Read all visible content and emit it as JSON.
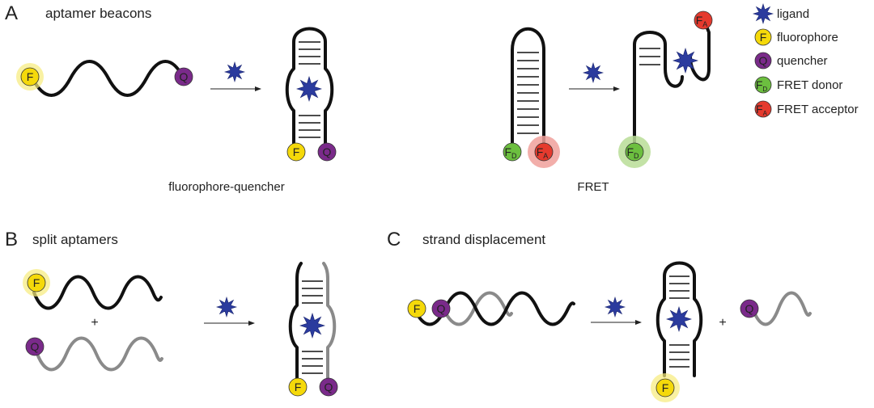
{
  "colors": {
    "ligand": "#2b3b9e",
    "fluorophore": "#f5d90a",
    "fluorophore_glow": "#f7eb7a",
    "quencher": "#7a2a8a",
    "fret_donor": "#6cbf3f",
    "fret_donor_glow": "#b9dd97",
    "fret_acceptor": "#e53a2e",
    "fret_acceptor_glow": "#f0a09b",
    "strand_primary": "#111111",
    "strand_secondary": "#8a8a8a"
  },
  "legend": {
    "items": [
      {
        "key": "ligand",
        "icon": "star-icon",
        "label": "ligand"
      },
      {
        "key": "fluorophore",
        "icon": "fluorophore-icon",
        "badge": "F",
        "label": "fluorophore"
      },
      {
        "key": "quencher",
        "icon": "quencher-icon",
        "badge": "Q",
        "label": "quencher"
      },
      {
        "key": "fret_donor",
        "icon": "fret-donor-icon",
        "badge": "F",
        "sub": "D",
        "label": "FRET donor"
      },
      {
        "key": "fret_acceptor",
        "icon": "fret-acceptor-icon",
        "badge": "F",
        "sub": "A",
        "label": "FRET acceptor"
      }
    ]
  },
  "panels": {
    "a": {
      "letter": "A",
      "title": "aptamer beacons",
      "fq_caption": "fluorophore-quencher",
      "fret_caption": "FRET"
    },
    "b": {
      "letter": "B",
      "title": "split aptamers",
      "plus": "+"
    },
    "c": {
      "letter": "C",
      "title": "strand displacement",
      "plus": "+"
    }
  },
  "badges": {
    "fluorophore": "F",
    "quencher": "Q",
    "fret": "F",
    "donor_sub": "D",
    "acceptor_sub": "A"
  }
}
